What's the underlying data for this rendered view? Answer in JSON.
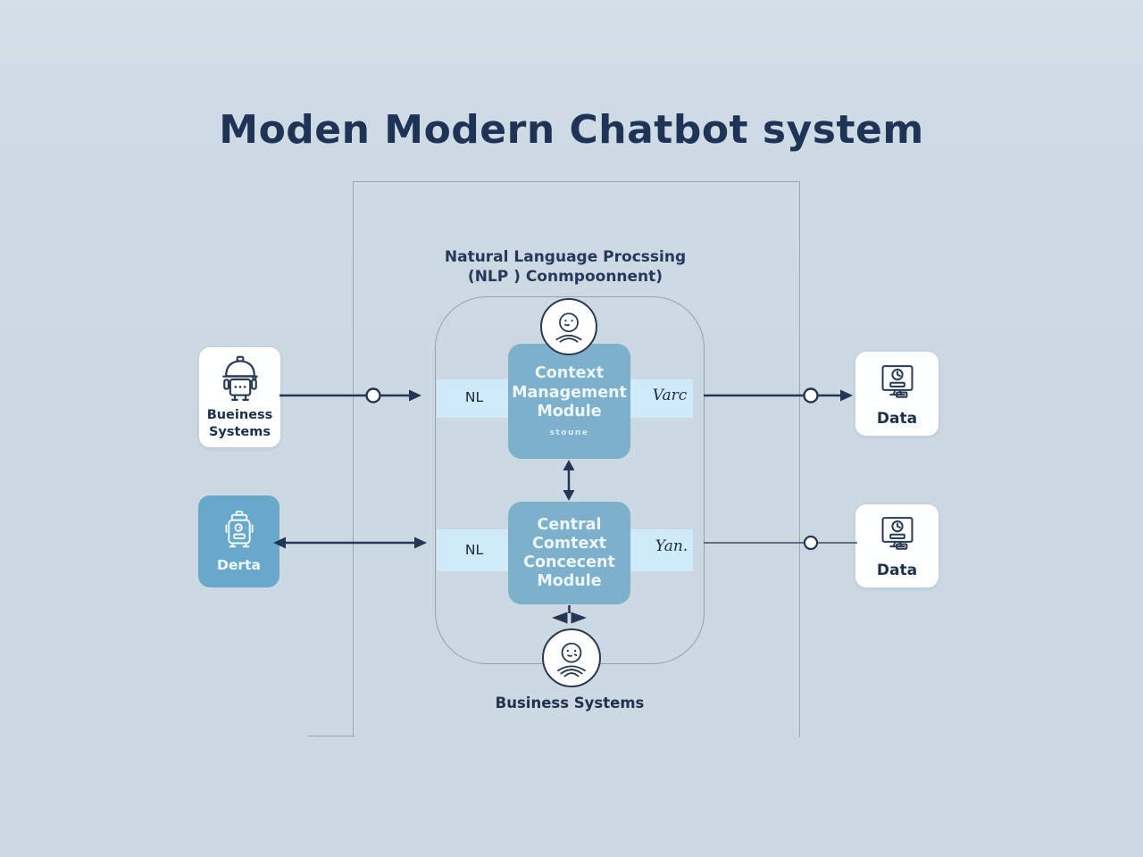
{
  "title": "Moden Modern Chatbot system",
  "nlp_component": {
    "label": "Natural Language Procssing\n(NLP ) Conmpoonnent)"
  },
  "modules": {
    "context_management": {
      "label": "Context\nManagement\nModule",
      "subtext": "stoune"
    },
    "central_context": {
      "label": "Central\nComtext\nConcecent\nModule"
    }
  },
  "pipeline_labels": {
    "row1_input": "NL",
    "row1_output": "Varc",
    "row2_input": "NL",
    "row2_output": "Yan."
  },
  "left_column": {
    "business_box_label": "Bueiness\nSystems",
    "data_box_label": "Derta"
  },
  "right_column": {
    "data_box_top_label": "Data",
    "data_box_bottom_label": "Data"
  },
  "bottom_label": "Business Systems",
  "icons": {
    "business_box": "robot-icon",
    "data_box_left": "appliance-robot-icon",
    "data_boxes_right": "monitor-icon",
    "nlp_avatars": "robot-head-icon"
  },
  "colors": {
    "background": "#cbd7e1",
    "title_text": "#1e3356",
    "module_fill": "#7cb0cb",
    "band_fill": "#cfeaf8",
    "derta_fill": "#68a8cb",
    "line_navy": "#243655",
    "border_gray": "#9aa6b2"
  }
}
